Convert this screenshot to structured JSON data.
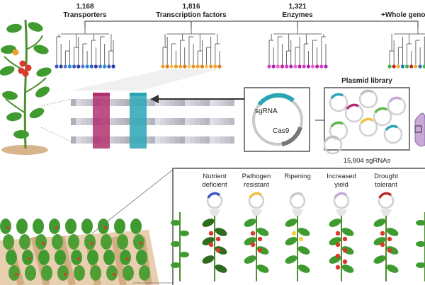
{
  "families": [
    {
      "count": "1,168",
      "name": "Transporters"
    },
    {
      "count": "1,816",
      "name": "Transcription factors"
    },
    {
      "count": "1,321",
      "name": "Enzymes"
    },
    {
      "count": "",
      "name": "+Whole geno"
    }
  ],
  "plasmid": {
    "library_title": "Plasmid library",
    "sgrna_label": "sgRNA",
    "cas9_label": "Cas9",
    "sgrna_count": "15,804  sgRNAs"
  },
  "traits": [
    {
      "label_line1": "Nutrient",
      "label_line2": "deficient"
    },
    {
      "label_line1": "Pathogen",
      "label_line2": "resistant"
    },
    {
      "label_line1": "Ripening",
      "label_line2": ""
    },
    {
      "label_line1": "Increased",
      "label_line2": "yield"
    },
    {
      "label_line1": "Drought",
      "label_line2": "tolerant"
    }
  ],
  "colors": {
    "transporters": "#3b58c4",
    "transcription_factors": "#f0a030",
    "enzymes": "#d23bd0",
    "whole_genome": "#39b54a",
    "sgrna_magenta": "#b0306e",
    "sgrna_teal": "#2aa5b5",
    "leaf_green": "#3f9b2f",
    "tomato_red": "#d9382a",
    "soil": "#d8b48c"
  }
}
